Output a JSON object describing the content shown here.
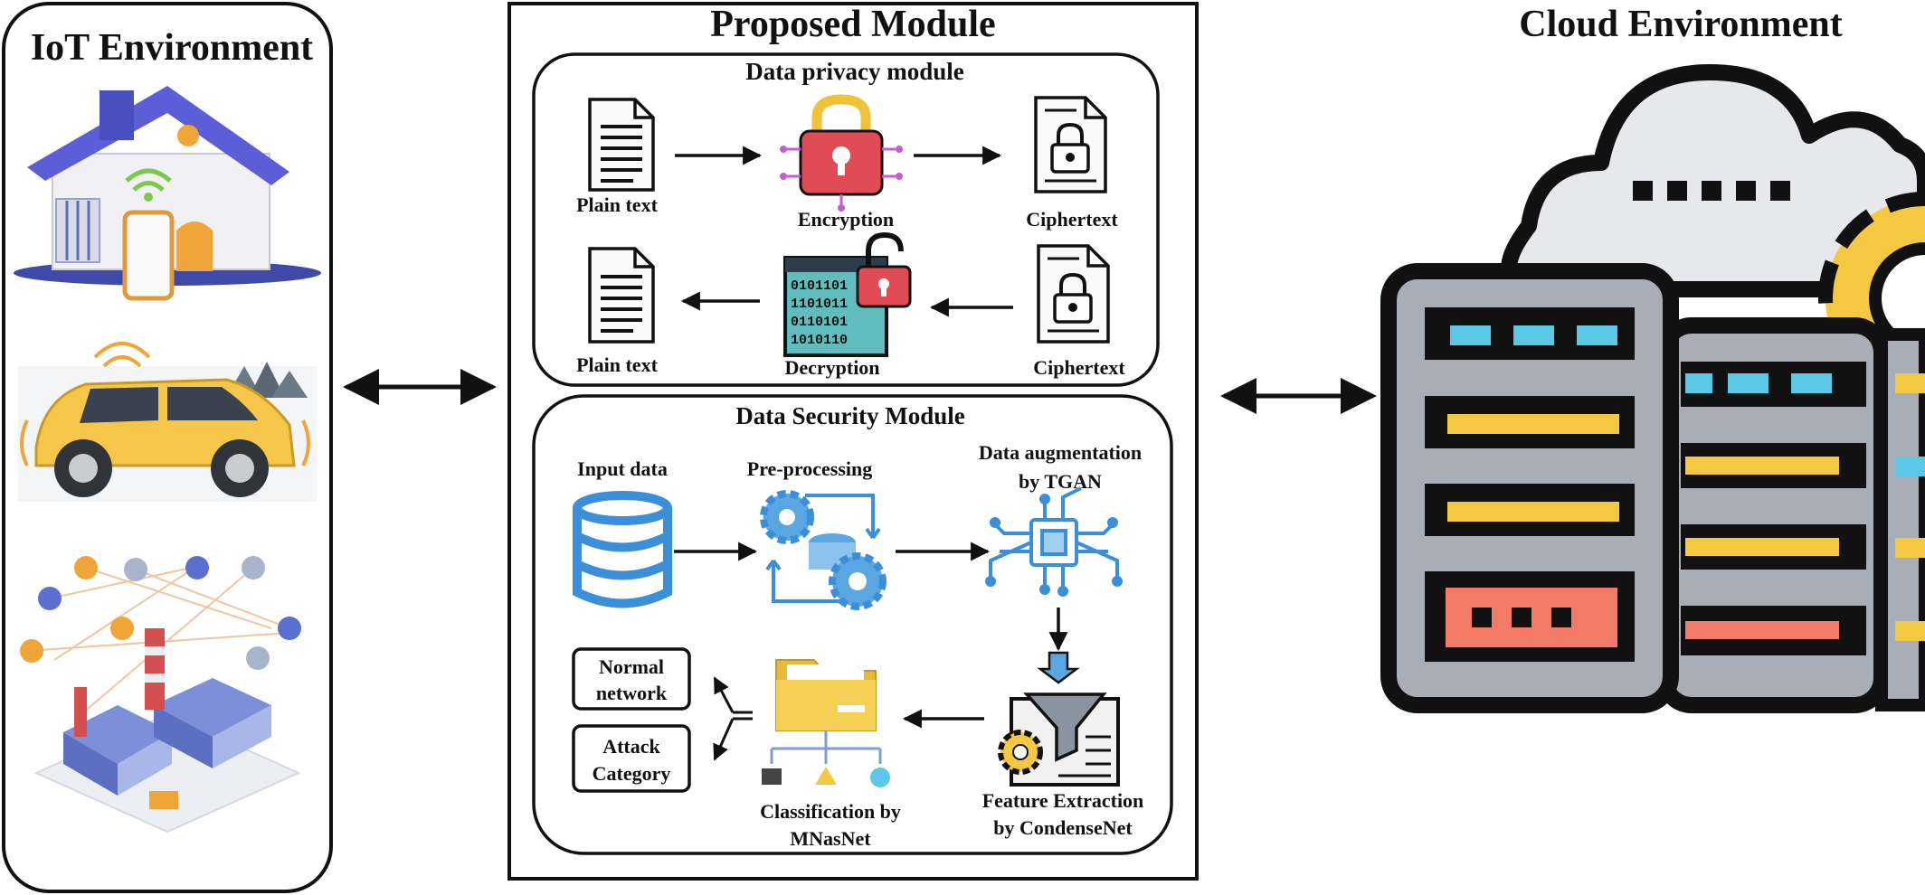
{
  "iot": {
    "title": "IoT Environment",
    "devices": [
      "smart-home",
      "connected-car",
      "smart-factory"
    ]
  },
  "proposed": {
    "title": "Proposed Module",
    "privacy": {
      "title": "Data privacy module",
      "plain_text_1": "Plain text",
      "encryption": "Encryption",
      "ciphertext_1": "Ciphertext",
      "plain_text_2": "Plain text",
      "decryption": "Decryption",
      "ciphertext_2": "Ciphertext"
    },
    "security": {
      "title": "Data Security Module",
      "input_data": "Input data",
      "preprocessing": "Pre-processing",
      "augmentation_1": "Data augmentation",
      "augmentation_2": "by TGAN",
      "feature_1": "Feature Extraction",
      "feature_2": "by CondenseNet",
      "classification_1": "Classification by",
      "classification_2": "MNasNet",
      "normal_1": "Normal",
      "normal_2": "network",
      "attack_1": "Attack",
      "attack_2": "Category"
    }
  },
  "cloud": {
    "title": "Cloud Environment"
  },
  "colors": {
    "outline": "#111111",
    "blue": "#3a8fd8",
    "red": "#e04b55",
    "yellow": "#f5c842",
    "cyan": "#5bc8e8",
    "teal": "#5fbdbd",
    "cloud": "#e6e8ec",
    "server": "#a9adb5",
    "salmon": "#f27a66",
    "purple": "#6a63d6"
  }
}
